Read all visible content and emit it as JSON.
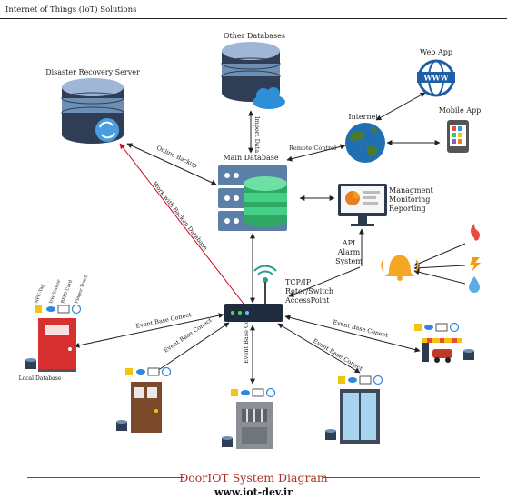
{
  "header": {
    "title": "Internet of Things (IoT) Solutions"
  },
  "footer": {
    "title": "DoorIOT System Diagram",
    "url": "www.iot-dev.ir"
  },
  "nodes": {
    "other_databases": "Other Databases",
    "disaster_recovery": "Disaster Recovery Server",
    "main_database": "Main Database",
    "internet": "Internet",
    "web_app": "Web App",
    "mobile_app": "Mobile App",
    "monitoring": [
      "Managment",
      "Monitoring",
      "Reporting"
    ],
    "alarm": [
      "API",
      "Alarm",
      "System"
    ],
    "router": [
      "TCP/IP",
      "Roter/Switch",
      "AccessPoint"
    ],
    "local_database": "Local Database",
    "www": "WWW"
  },
  "edges": {
    "import_data": "Import Data",
    "online_backup": "Online Backup",
    "remote_control": "Remote Control",
    "work_with_backup": "Work with Backup Database",
    "event_base_connect": "Event Base Conect"
  },
  "sensors": [
    "NFC-Tag",
    "Iris Sensor",
    "RFID Card",
    "Finger Touch"
  ],
  "colors": {
    "accent_red": "#d0021b",
    "title_red": "#a93226",
    "db_blue": "#5c7fa8",
    "db_green": "#3ec27a",
    "line": "#222222"
  }
}
